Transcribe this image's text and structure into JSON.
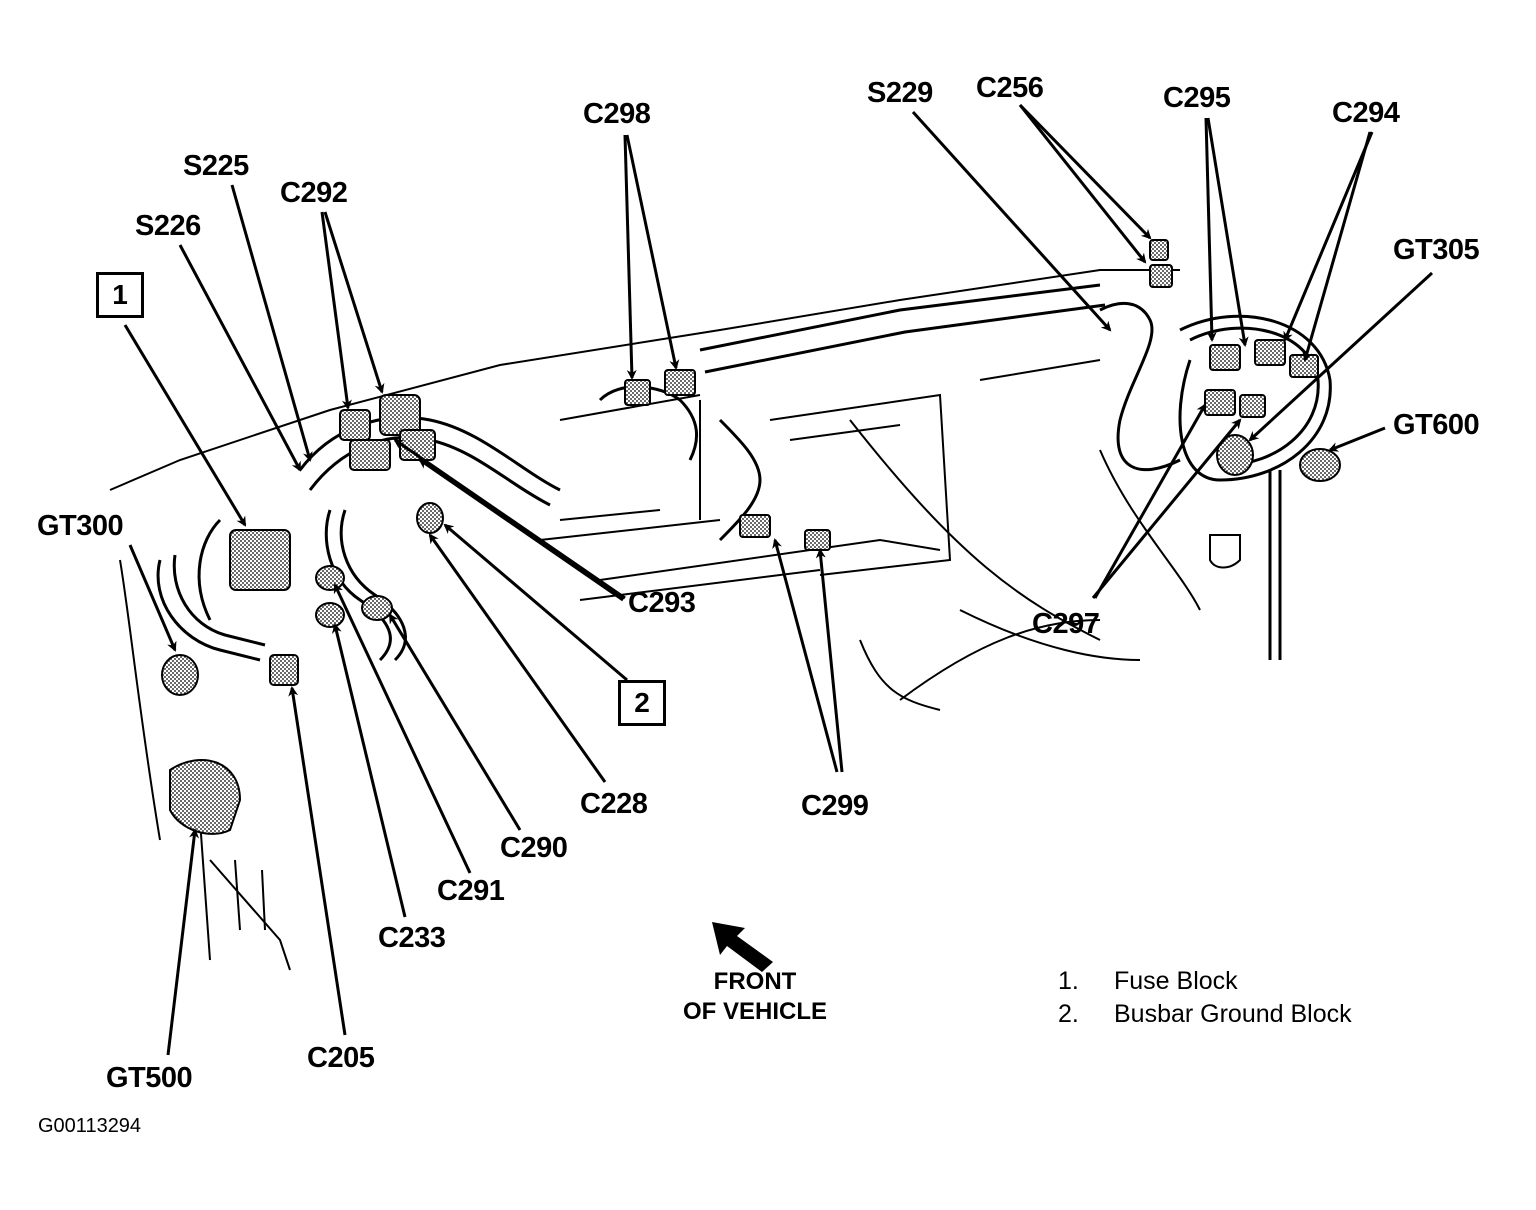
{
  "figure": {
    "figure_id": "G00113294",
    "orientation_label": "FRONT OF VEHICLE",
    "orientation_lines": [
      "FRONT",
      "OF VEHICLE"
    ]
  },
  "callouts": {
    "S225": "S225",
    "S226": "S226",
    "C292": "C292",
    "C298": "C298",
    "S229": "S229",
    "C256": "C256",
    "C295": "C295",
    "C294": "C294",
    "GT305": "GT305",
    "GT600": "GT600",
    "GT300": "GT300",
    "C293": "C293",
    "C297": "C297",
    "C228": "C228",
    "C299": "C299",
    "C290": "C290",
    "C291": "C291",
    "C233": "C233",
    "C205": "C205",
    "GT500": "GT500"
  },
  "item_markers": [
    {
      "number": "1"
    },
    {
      "number": "2"
    }
  ],
  "legend": [
    {
      "number": "1.",
      "label": "Fuse Block"
    },
    {
      "number": "2.",
      "label": "Busbar Ground Block"
    }
  ]
}
